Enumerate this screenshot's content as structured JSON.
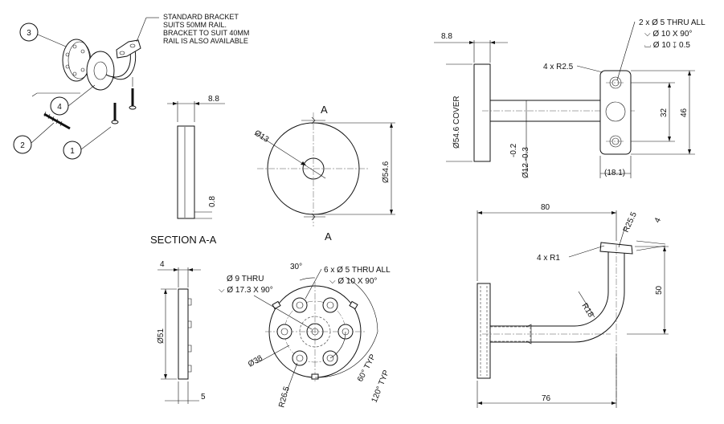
{
  "notes": {
    "bracket": [
      "STANDARD BRACKET",
      "SUITS 50MM RAIL.",
      "BRACKET TO SUIT 40MM",
      "RAIL IS ALSO AVAILABLE"
    ]
  },
  "balloons": {
    "b1": "1",
    "b2": "2",
    "b3": "3",
    "b4": "4"
  },
  "section_view": {
    "title": "SECTION A-A",
    "dim_88": "8.8",
    "dim_08": "0.8",
    "cut_a_top": "A",
    "cut_a_bottom": "A",
    "dia13": "Ø13",
    "dia546": "Ø54.6"
  },
  "side_view": {
    "dim_88": "8.8",
    "cover": "Ø54.6 COVER",
    "tol_minus": "-0.2",
    "tol_dia": "Ø12 -0.3",
    "r25": "4 x R2.5",
    "hole_note_1": "2 x Ø 5 THRU ALL",
    "hole_note_2": "⌵ Ø 10 X 90°",
    "hole_note_3": "⌴ Ø 10 ↧ 0.5",
    "dim_32": "32",
    "dim_46": "46",
    "dim_181": "(18.1)"
  },
  "base_view": {
    "dim_4": "4",
    "dim_5": "5",
    "dia51": "Ø51",
    "thru_1": "Ø 9 THRU",
    "thru_2": "⌵ Ø 17.3 X 90°",
    "angle30": "30°",
    "holes_1": "6 x Ø 5 THRU ALL",
    "holes_2": "⌵ Ø 10 X 90°",
    "dia38": "Ø38",
    "r265": "R26.5",
    "typ60": "60° TYP",
    "typ120": "120° TYP"
  },
  "arm_view": {
    "dim_80": "80",
    "r255": "R25.5",
    "dim_4": "4",
    "r1": "4 x R1",
    "r18": "R18",
    "dim_50": "50",
    "dim_76": "76"
  }
}
